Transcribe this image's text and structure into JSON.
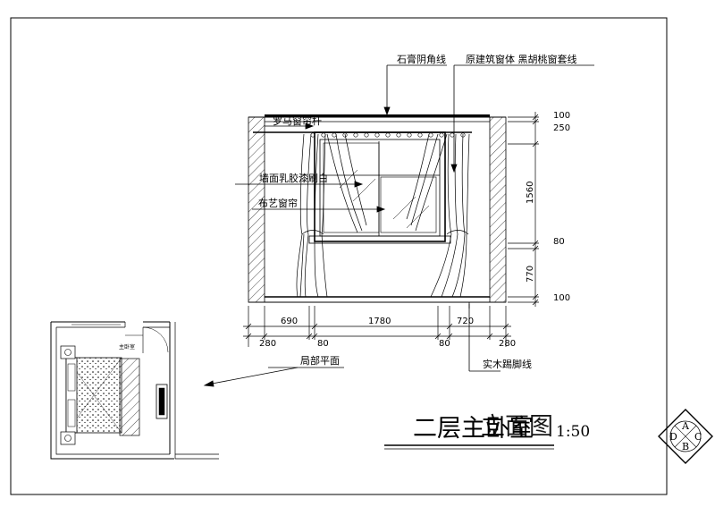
{
  "drawing": {
    "title_main": "二层主卧室",
    "title_overlay": "立面图",
    "scale": "1:50",
    "badge": {
      "top": "A",
      "left": "D",
      "right": "C",
      "bottom": "B"
    }
  },
  "labels": {
    "gypsum_cornice": "石膏阴角线",
    "window_casing": "原建筑窗体 黑胡桃窗套线",
    "roman_rod": "罗马窗帘杆",
    "wall_paint": "墙面乳胶漆刷白",
    "fabric_curtain": "布艺窗帘",
    "baseboard": "实木踢脚线",
    "partial_plan": "局部平面",
    "plan_room": "主卧室"
  },
  "dimensions": {
    "right": [
      "100",
      "250",
      "1560",
      "80",
      "770",
      "100"
    ],
    "bottom_upper": [
      "690",
      "1780",
      "720"
    ],
    "bottom_lower": [
      "280",
      "80",
      "80",
      "280"
    ]
  }
}
